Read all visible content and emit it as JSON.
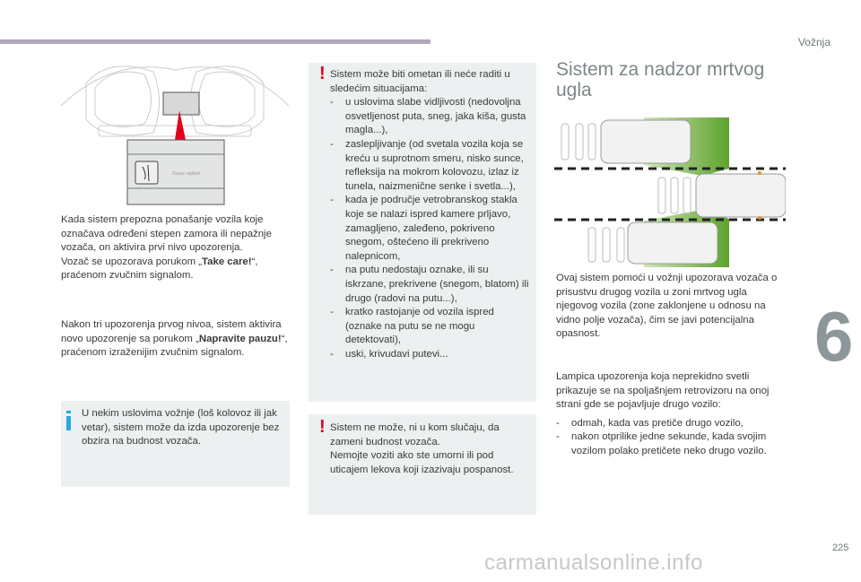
{
  "header": {
    "section": "Vožnja",
    "chapter": "6",
    "page_number": "225"
  },
  "watermark": "carmanualsonline.info",
  "left": {
    "screen_text": "Soyez vigilant",
    "p1": "Kada sistem prepozna ponašanje vozila koje označava određeni stepen zamora ili nepažnje vozača, on aktivira prvi nivo upozorenja.",
    "p1b_pre": "Vozač se upozorava porukom „",
    "p1b_bold": "Take care!",
    "p1b_post": "“, praćenom zvučnim signalom.",
    "p2_pre": "Nakon tri upozorenja prvog nivoa, sistem aktivira novo upozorenje sa porukom „",
    "p2_bold": "Napravite pauzu!",
    "p2_post": "“, praćenom izraženijim zvučnim signalom.",
    "info": "U nekim uslovima vožnje (loš kolovoz ili jak vetar), sistem može da izda upozorenje bez obzira na budnost vozača."
  },
  "middle": {
    "warn1_intro": "Sistem može biti ometan ili neće raditi u sledećim situacijama:",
    "warn1_items": [
      "u uslovima slabe vidljivosti (nedovoljna osvetljenost puta, sneg, jaka kiša, gusta magla...),",
      "zaslepljivanje (od svetala vozila koja se kreću u suprotnom smeru, nisko sunce, refleksija na mokrom kolovozu, izlaz iz tunela, naizmenične senke i svetla...),",
      "kada je područje vetrobranskog stakla koje se nalazi ispred kamere prljavo, zamagljeno, zaleđeno, pokriveno snegom, oštećeno ili prekriveno nalepnicom,",
      "na putu nedostaju oznake, ili su iskrzane, prekrivene (snegom, blatom) ili drugo (radovi na putu...),",
      "kratko rastojanje od vozila ispred (oznake na putu se ne mogu detektovati),",
      "uski, krivudavi putevi..."
    ],
    "warn2_a": "Sistem ne može, ni u kom slučaju, da zameni budnost vozača.",
    "warn2_b": "Nemojte voziti ako ste umorni ili pod uticajem lekova koji izazivaju pospanost."
  },
  "right": {
    "title": "Sistem za nadzor mrtvog ugla",
    "p1": "Ovaj sistem pomoći u vožnji upozorava vozača o prisustvu drugog vozila u zoni mrtvog ugla njegovog vozila (zone zaklonjene u odnosu na vidno polje vozača), čim se javi potencijalna opasnost.",
    "p2": "Lampica upozorenja koja neprekidno svetli prikazuje se na spoljašnjem retrovizoru na onoj strani gde se pojavljuje drugo vozilo:",
    "items": [
      "odmah, kada vas pretiče drugo vozilo,",
      "nakon otprilike jedne sekunde, kada svojim vozilom polako pretičete neko drugo vozilo."
    ]
  }
}
